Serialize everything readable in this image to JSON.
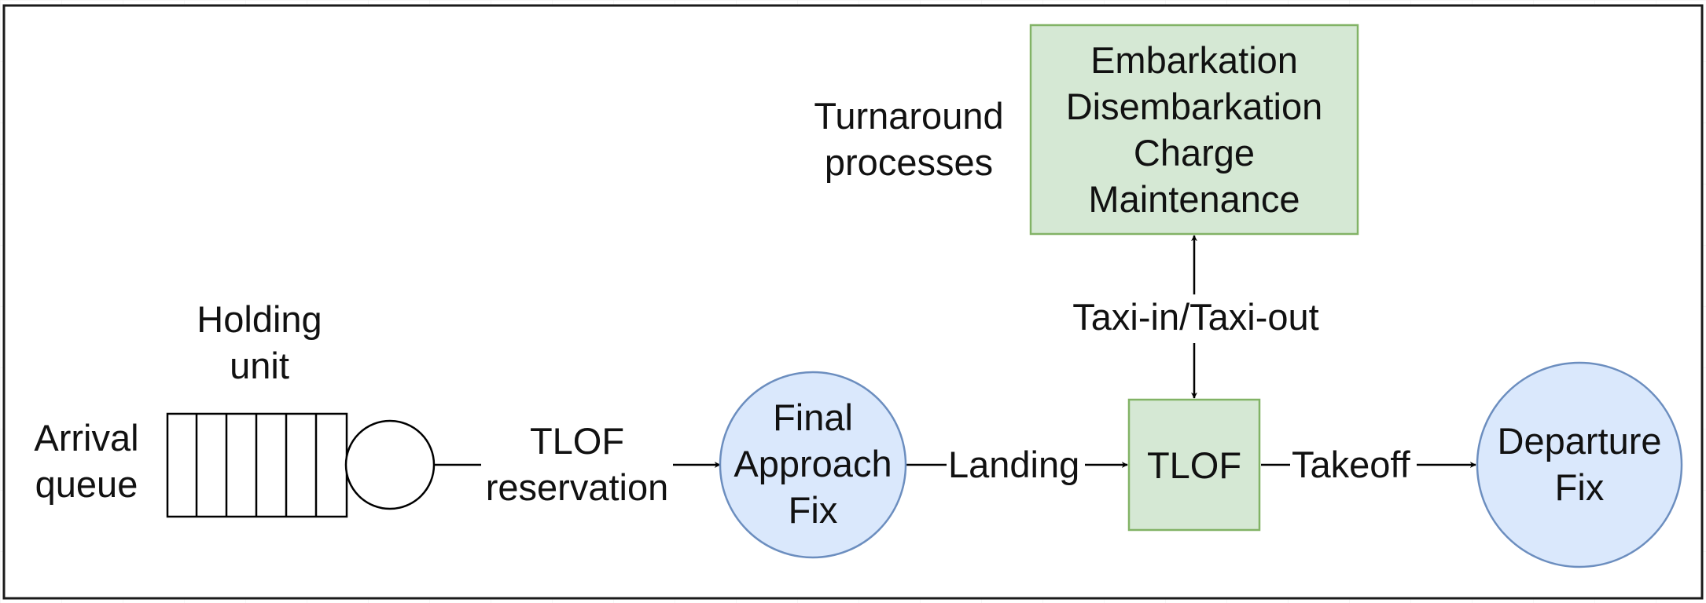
{
  "colors": {
    "border": "#1a1a1a",
    "green_fill": "#d5e8d4",
    "green_stroke": "#82b366",
    "blue_fill": "#dae8fc",
    "blue_stroke": "#6c8ebf",
    "line": "#000000",
    "grid": "#e6e6e6"
  },
  "nodes": {
    "arrival_queue": [
      "Arrival",
      "queue"
    ],
    "holding_unit": [
      "Holding",
      "unit"
    ],
    "tlof_reservation": [
      "TLOF",
      "reservation"
    ],
    "final_approach_fix": [
      "Final",
      "Approach",
      "Fix"
    ],
    "tlof": "TLOF",
    "departure_fix": [
      "Departure",
      "Fix"
    ],
    "turnaround_label": [
      "Turnaround",
      "processes"
    ],
    "turnaround_box": [
      "Embarkation",
      "Disembarkation",
      "Charge",
      "Maintenance"
    ]
  },
  "edges": {
    "landing": "Landing",
    "takeoff": "Takeoff",
    "taxi": "Taxi-in/Taxi-out"
  },
  "icons": {
    "queue": "queue-slots-icon",
    "server": "server-circle-icon"
  }
}
